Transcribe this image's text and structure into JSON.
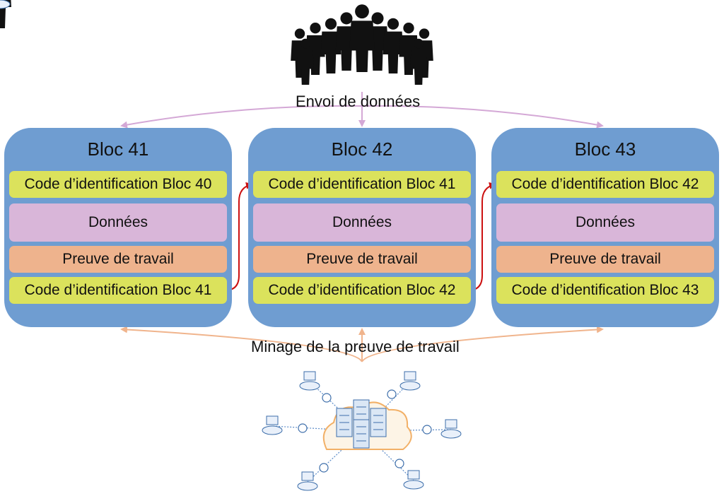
{
  "top_label": "Envoi de données",
  "bottom_label": "Minage de la preuve de travail",
  "blocks": [
    {
      "title": "Bloc 41",
      "prev_code": "Code d’identification Bloc 40",
      "data": "Données",
      "pow": "Preuve de travail",
      "code": "Code d’identification Bloc 41"
    },
    {
      "title": "Bloc 42",
      "prev_code": "Code d’identification Bloc 41",
      "data": "Données",
      "pow": "Preuve de travail",
      "code": "Code d’identification Bloc 42"
    },
    {
      "title": "Bloc 43",
      "prev_code": "Code d’identification Bloc 42",
      "data": "Données",
      "pow": "Preuve de travail",
      "code": "Code d’identification Bloc 43"
    }
  ],
  "icons": {
    "crowd": "crowd-icon",
    "network": "mining-network-icon"
  },
  "colors": {
    "block": "#6f9dd1",
    "code": "#dbe25c",
    "data": "#d9b6d9",
    "pow": "#eeb38d",
    "link_arrow": "#cc1111",
    "data_arrow": "#d4a8d6",
    "mining_arrow": "#f0b48c"
  }
}
